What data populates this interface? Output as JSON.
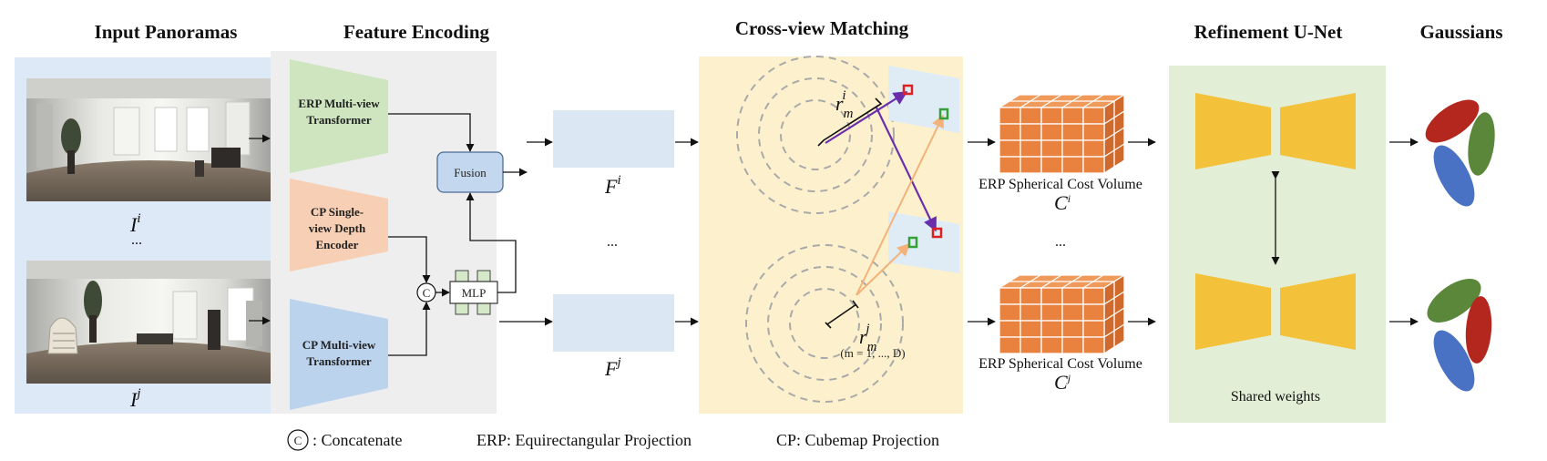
{
  "headers": {
    "input": "Input Panoramas",
    "encoding": "Feature Encoding",
    "matching": "Cross-view Matching",
    "refine": "Refinement U-Net",
    "gauss": "Gaussians"
  },
  "inputs": {
    "top_label": "I",
    "top_sup": "i",
    "bottom_label": "I",
    "bottom_sup": "j",
    "ellipsis": "..."
  },
  "encoders": {
    "erp": [
      "ERP Multi-view",
      "Transformer"
    ],
    "cp_single": [
      "CP Single-",
      "view Depth",
      "Encoder"
    ],
    "cp_multi": [
      "CP Multi-view",
      "Transformer"
    ],
    "fusion": "Fusion",
    "mlp": "MLP",
    "concat_symbol": "C"
  },
  "features": {
    "top_label": "F",
    "top_sup": "i",
    "bottom_label": "F",
    "bottom_sup": "j",
    "ellipsis": "..."
  },
  "matching": {
    "r": "r",
    "sub": "m",
    "sup_top": "i",
    "sup_bottom": "j",
    "range": "(m = 1, ..., D)"
  },
  "cost_volume": {
    "top_caption": "ERP Spherical Cost Volume",
    "top_sym": "C",
    "top_sup": "i",
    "bottom_caption": "ERP Spherical Cost Volume",
    "bottom_sym": "C",
    "bottom_sup": "j",
    "ellipsis": "..."
  },
  "unet": {
    "shared": "Shared weights"
  },
  "legend": {
    "concat": ": Concatenate",
    "erp": "ERP: Equirectangular  Projection",
    "cp": "CP: Cubemap Projection"
  },
  "colors": {
    "input_bg": "#dde9f6",
    "encoding_bg": "#eeeeee",
    "matching_bg": "#fdf1cd",
    "refine_bg": "#e2efd6",
    "erp_green": "#cfe5c0",
    "cp_orange": "#f7cfb4",
    "cp_blue": "#bcd3ee",
    "feature_box": "#dce7f4",
    "cube": "#e8823e",
    "unet": "#f3c13a",
    "gauss_red": "#b3271f",
    "gauss_green": "#5b873a",
    "gauss_blue": "#4a72c4",
    "ray_purple": "#6a2eaa",
    "ray_orange": "#f2b27a"
  }
}
